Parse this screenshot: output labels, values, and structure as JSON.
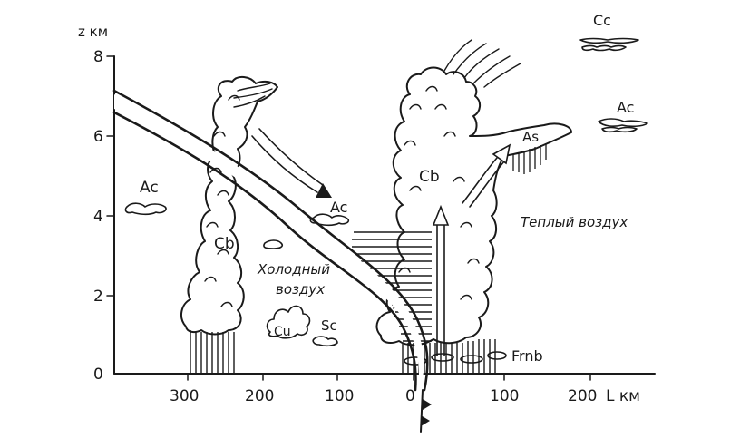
{
  "axes": {
    "z_title": "z км",
    "l_title": "L км",
    "z_ticks": [
      "0",
      "2",
      "4",
      "6",
      "8"
    ],
    "l_ticks": [
      "300",
      "200",
      "100",
      "0",
      "100",
      "200"
    ]
  },
  "labels": {
    "cb_left": "Cb",
    "cb_right": "Cb",
    "ac_left": "Ac",
    "ac_mid": "Ac",
    "ac_right": "Ac",
    "cc": "Cc",
    "as": "As",
    "cu": "Cu",
    "sc": "Sc",
    "frnb": "Frnb",
    "cold_air_1": "Холодный",
    "cold_air_2": "воздух",
    "warm_air": "Теплый воздух"
  },
  "colors": {
    "ink": "#1a1a1a",
    "paper": "#ffffff"
  }
}
